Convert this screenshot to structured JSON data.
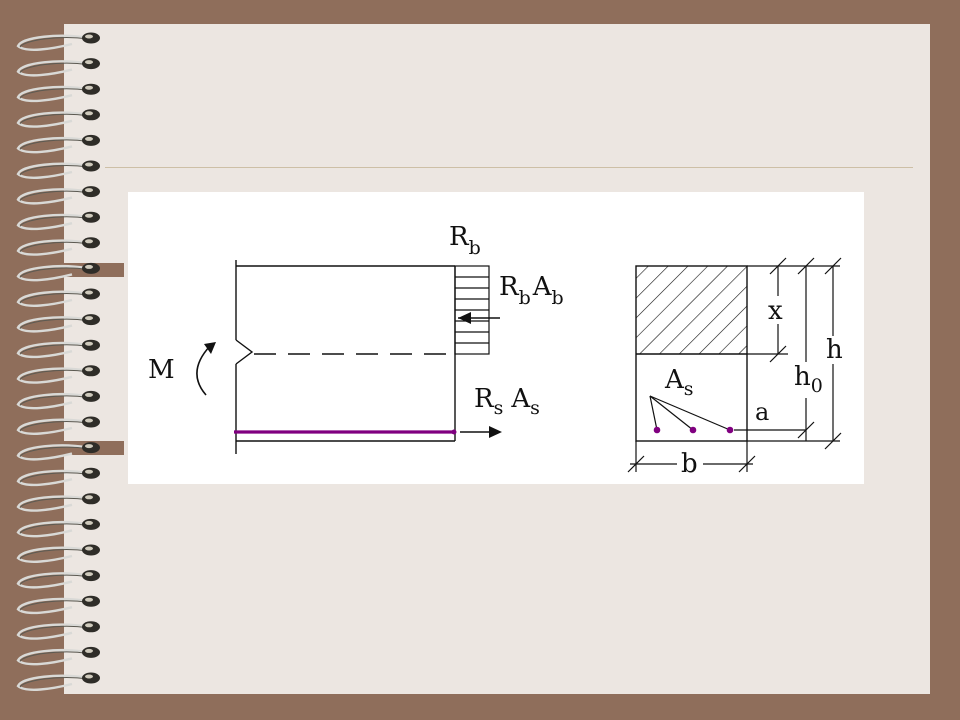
{
  "colors": {
    "frame": "#8f6e5b",
    "slide": "#ece6e1",
    "rebar": "#800080"
  },
  "figure": {
    "labels": {
      "Rb": {
        "main": "R",
        "sub": "b"
      },
      "RbAb": {
        "m1": "R",
        "s1": "b",
        "m2": "A",
        "s2": "b"
      },
      "RsAs": {
        "m1": "R",
        "s1": "s",
        "m2": "A",
        "s2": "s"
      },
      "M": "M",
      "As": {
        "main": "A",
        "sub": "s"
      },
      "x": "x",
      "h": "h",
      "h0": {
        "main": "h",
        "sub": "0"
      },
      "a": "a",
      "b": "b"
    }
  }
}
